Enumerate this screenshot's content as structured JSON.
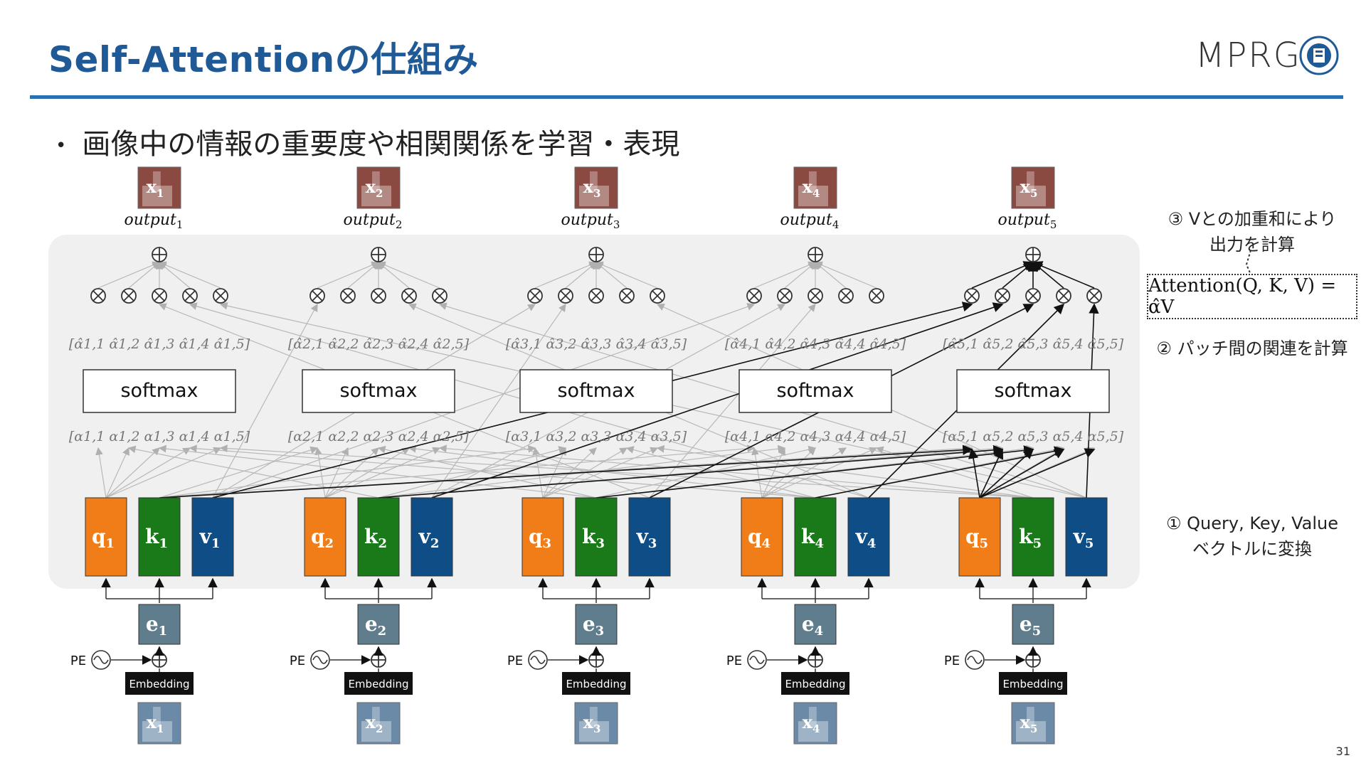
{
  "slide": {
    "title": "Self-Attentionの仕組み",
    "bullet": "画像中の情報の重要度や相関関係を学習・表現",
    "logo_text": "MPRG",
    "page_number": "31"
  },
  "notes": {
    "step3_line1": "③ Vとの加重和により",
    "step3_line2": "出力を計算",
    "formula": "Attention(Q, K, V) = α̂V",
    "step2": "② パッチ間の関連を計算",
    "step1_line1": "① Query, Key, Value",
    "step1_line2": "ベクトルに変換"
  },
  "labels": {
    "softmax": "softmax",
    "embedding": "Embedding",
    "pe": "PE"
  },
  "columns": [
    {
      "id": "1",
      "output": "output",
      "x_label": "x",
      "q": "q",
      "k": "k",
      "v": "v",
      "e": "e",
      "alpha": "[α1,1  α1,2  α1,3  α1,4  α1,5]",
      "alpha_hat": "[α̂1,1  α̂1,2  α̂1,3  α̂1,4  α̂1,5]"
    },
    {
      "id": "2",
      "output": "output",
      "x_label": "x",
      "q": "q",
      "k": "k",
      "v": "v",
      "e": "e",
      "alpha": "[α2,1  α2,2  α2,3  α2,4  α2,5]",
      "alpha_hat": "[α̂2,1  α̂2,2  α̂2,3  α̂2,4  α̂2,5]"
    },
    {
      "id": "3",
      "output": "output",
      "x_label": "x",
      "q": "q",
      "k": "k",
      "v": "v",
      "e": "e",
      "alpha": "[α3,1  α3,2  α3,3  α3,4  α3,5]",
      "alpha_hat": "[α̂3,1  α̂3,2  α̂3,3  α̂3,4  α̂3,5]"
    },
    {
      "id": "4",
      "output": "output",
      "x_label": "x",
      "q": "q",
      "k": "k",
      "v": "v",
      "e": "e",
      "alpha": "[α4,1  α4,2  α4,3  α4,4  α4,5]",
      "alpha_hat": "[α̂4,1  α̂4,2  α̂4,3  α̂4,4  α̂4,5]"
    },
    {
      "id": "5",
      "output": "output",
      "x_label": "x",
      "q": "q",
      "k": "k",
      "v": "v",
      "e": "e",
      "alpha": "[α5,1  α5,2  α5,3  α5,4  α5,5]",
      "alpha_hat": "[α̂5,1  α̂5,2  α̂5,3  α̂5,4  α̂5,5]"
    }
  ],
  "colors": {
    "title": "#1f5a96",
    "query": "#f07d18",
    "key": "#1a7a1a",
    "value": "#0e4d86",
    "embedding_vector": "#5f7d8c",
    "embedding_box": "#111111",
    "panel": "#f0f0f0",
    "arrow_dark": "#111111",
    "arrow_light": "#b8b8b8"
  }
}
